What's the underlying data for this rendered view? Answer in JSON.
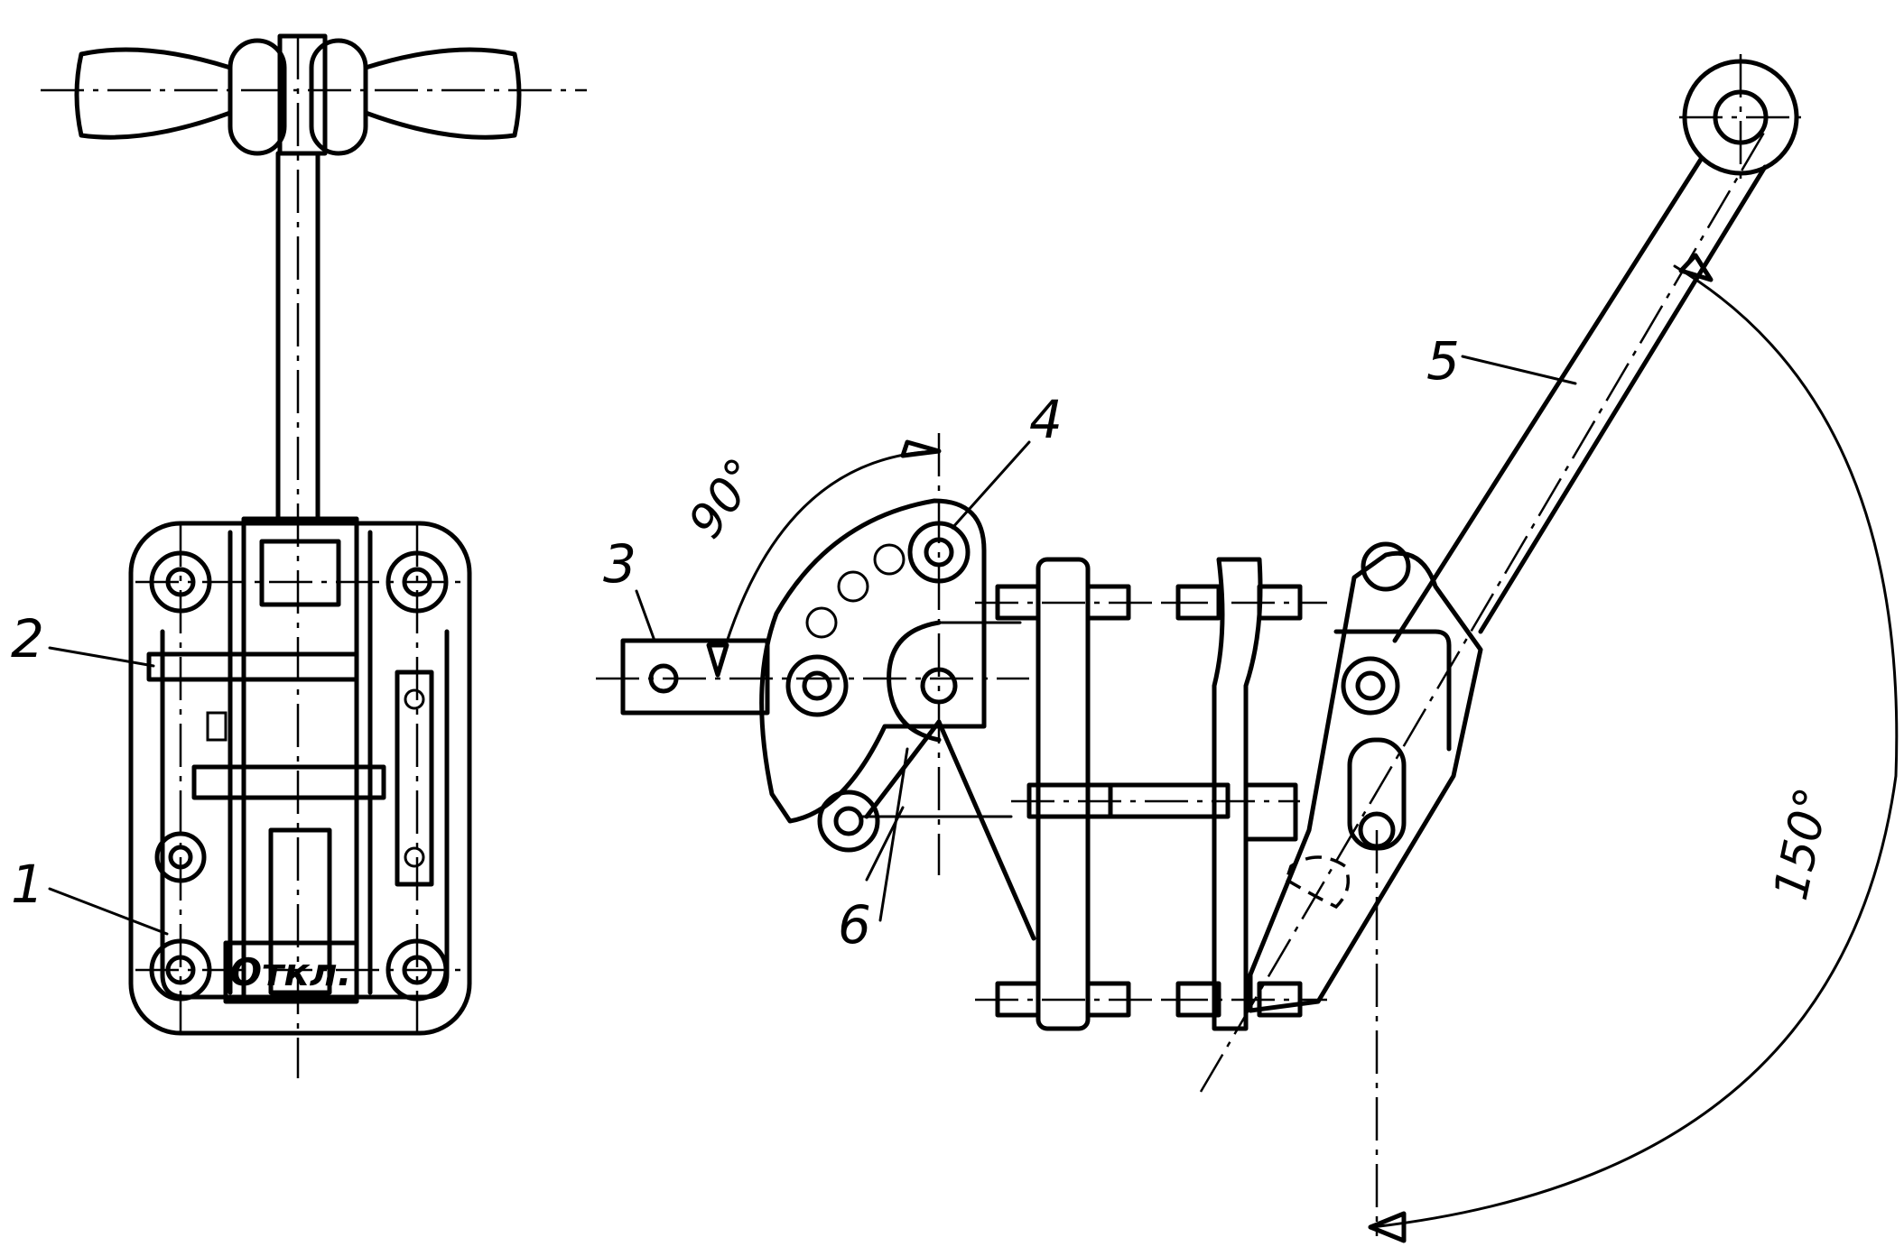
{
  "labels": {
    "part_1": "1",
    "part_2": "2",
    "part_3": "3",
    "part_4": "4",
    "part_5": "5",
    "part_6": "6"
  },
  "plate_text": "Откл.",
  "angles": {
    "small": "90°",
    "large": "150°"
  },
  "colors": {
    "ink": "#000000",
    "paper": "#ffffff"
  }
}
